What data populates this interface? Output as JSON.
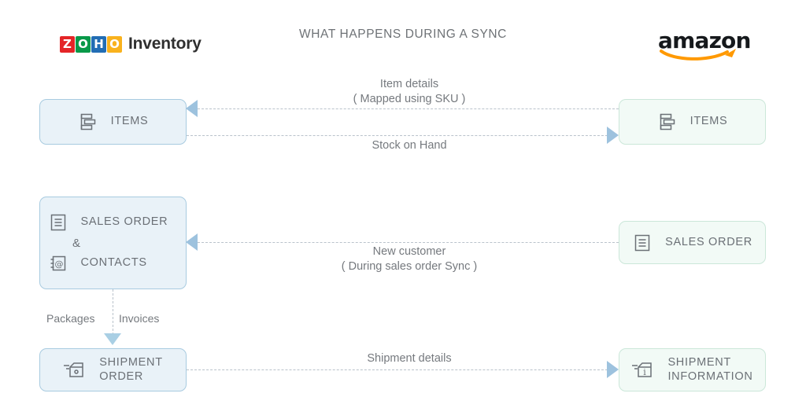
{
  "header": {
    "title": "WHAT HAPPENS DURING A SYNC",
    "left_brand": {
      "name": "Zoho Inventory",
      "mark_letters": [
        "Z",
        "O",
        "H",
        "O"
      ],
      "mark_colors": [
        "#e42527",
        "#089949",
        "#226db4",
        "#f9b21d"
      ],
      "word": "Inventory"
    },
    "right_brand": {
      "name": "amazon",
      "word": "amazon",
      "smile_color": "#ff9900"
    }
  },
  "theme": {
    "left_fill": "#e9f2f8",
    "left_border": "#a8cbe0",
    "right_fill": "#f2faf6",
    "right_border": "#cbe7d9",
    "dash_color": "#b9c2cb",
    "arrow_color": "#9dc2de",
    "text_color": "#6b7076"
  },
  "rows": [
    {
      "id": "items",
      "left_box": {
        "label": "ITEMS",
        "icon": "items-icon"
      },
      "right_box": {
        "label": "ITEMS",
        "icon": "items-icon"
      },
      "connectors": [
        {
          "id": "item-details",
          "label": "Item details\n( Mapped using SKU )",
          "direction": "right-to-left"
        },
        {
          "id": "stock-on-hand",
          "label": "Stock on Hand",
          "direction": "left-to-right"
        }
      ]
    },
    {
      "id": "sales-order",
      "left_box": {
        "line1": "SALES ORDER",
        "amp": "&",
        "line2": "CONTACTS",
        "icon1": "sales-order-icon",
        "icon2": "contacts-icon"
      },
      "right_box": {
        "label": "SALES ORDER",
        "icon": "sales-order-icon"
      },
      "connectors": [
        {
          "id": "new-customer",
          "label": "New customer\n( During sales order Sync )",
          "direction": "right-to-left"
        }
      ]
    },
    {
      "id": "shipment",
      "left_box": {
        "label": "SHIPMENT\nORDER",
        "icon": "shipment-order-icon"
      },
      "right_box": {
        "label": "SHIPMENT\nINFORMATION",
        "icon": "shipment-information-icon"
      },
      "connectors": [
        {
          "id": "shipment-details",
          "label": "Shipment details",
          "direction": "left-to-right"
        }
      ]
    }
  ],
  "internal_flow": {
    "left_label": "Packages",
    "right_label": "Invoices",
    "direction": "down"
  }
}
